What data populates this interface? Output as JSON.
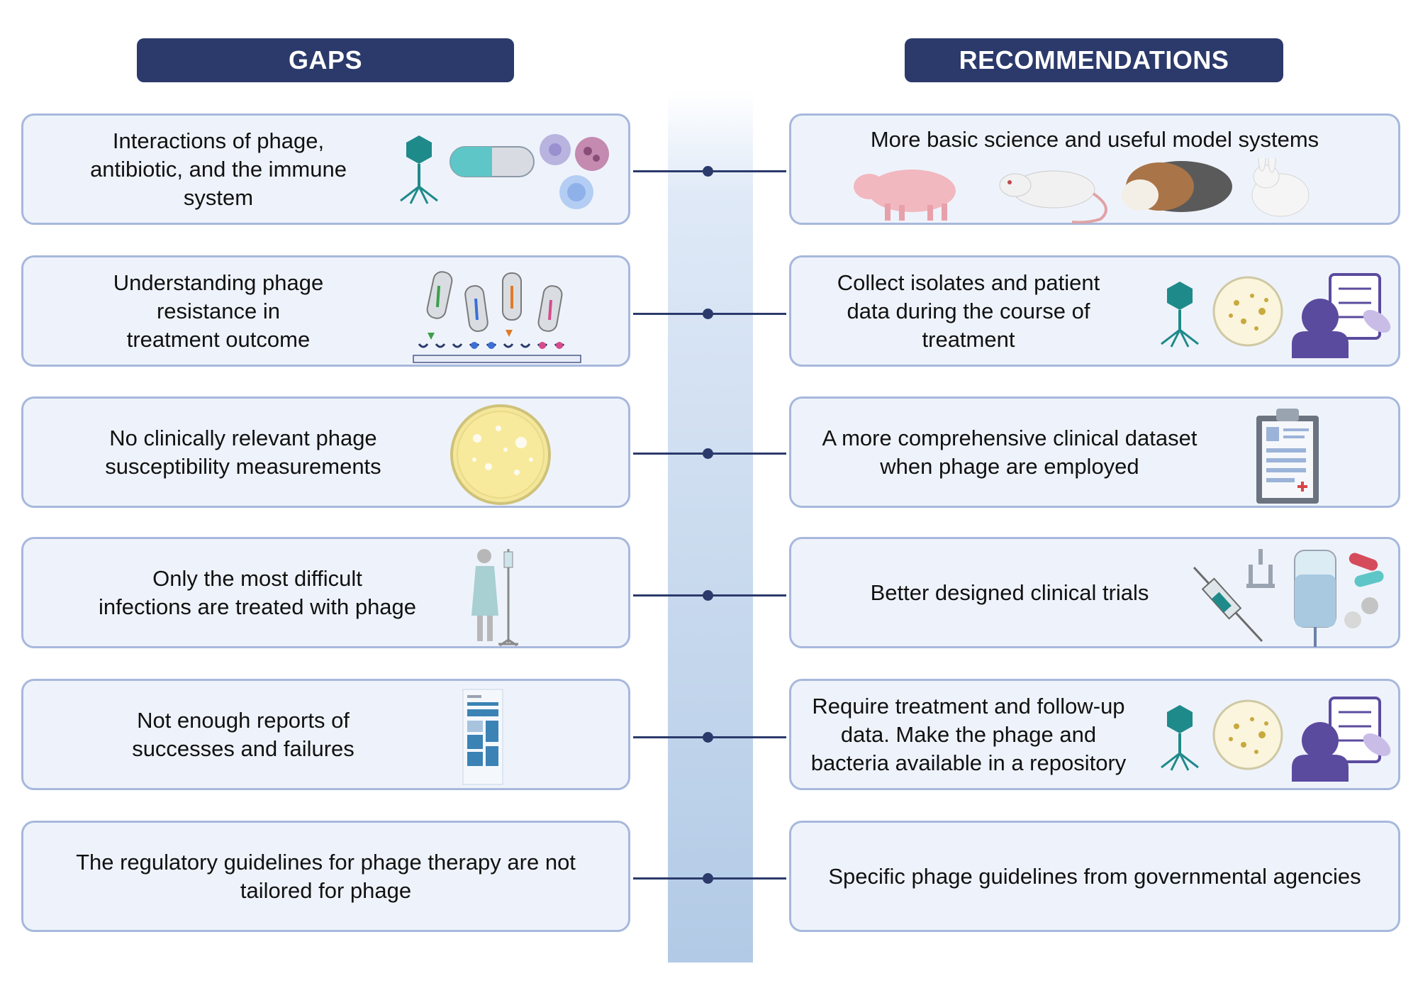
{
  "headers": {
    "gaps": "GAPS",
    "recommendations": "RECOMMENDATIONS"
  },
  "gaps": [
    {
      "text": "Interactions of phage,\nantibiotic, and the immune\nsystem"
    },
    {
      "text": "Understanding phage\nresistance in\ntreatment outcome"
    },
    {
      "text": "No clinically relevant phage\nsusceptibility measurements"
    },
    {
      "text": "Only the most difficult\ninfections are treated with phage"
    },
    {
      "text": "Not enough reports of\nsuccesses and failures"
    },
    {
      "text": "The regulatory guidelines for phage therapy are not\ntailored for phage"
    }
  ],
  "recommendations": [
    {
      "text": "More basic science and useful model systems"
    },
    {
      "text": "Collect isolates and patient\ndata during the course of\ntreatment"
    },
    {
      "text": "A more comprehensive clinical dataset\nwhen phage are employed"
    },
    {
      "text": "Better designed clinical trials"
    },
    {
      "text": "Require treatment and follow-up\ndata. Make the phage and\nbacteria available in a repository"
    },
    {
      "text": "Specific phage guidelines from governmental agencies"
    }
  ],
  "colors": {
    "header": "#2b3a6b",
    "box_fill": "#eef3fb",
    "box_border": "#a7b8dc",
    "phage": "#1f8a8a",
    "person": "#5b4b9e"
  }
}
